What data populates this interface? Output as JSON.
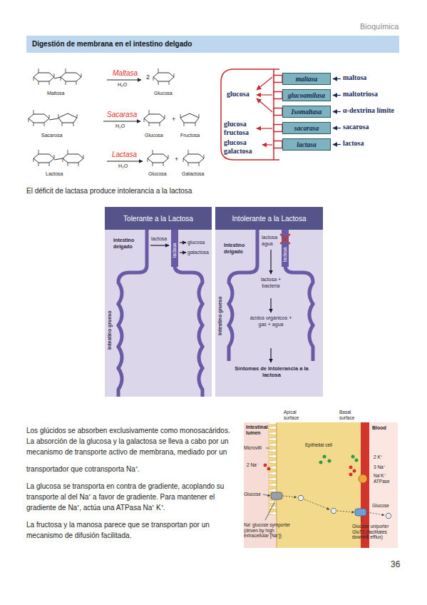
{
  "diagram": {
    "title": "Digestión de membrana en el intestino delgado",
    "nodes": [
      {
        "text": [
          "maltasa"
        ]
      },
      {
        "text": [
          "glucoamilasa"
        ]
      },
      {
        "text": [
          "Isomaltasa"
        ]
      },
      {
        "text": [
          "sacarasa"
        ]
      },
      {
        "text": [
          "lactasa"
        ]
      },
      {
        "text": [
          "Tolerante a la Lactosa"
        ]
      },
      {
        "text": [
          "Intolerante a la Lactosa"
        ]
      }
    ],
    "labels": [
      "Bioquímica",
      "Maltosa",
      "Maltasa",
      "H₂O",
      "2",
      "Glucosa",
      "Sacarosa",
      "Sacarasa",
      "H₂O",
      "Glucosa",
      "+",
      "Fructosa",
      "Lactosa",
      "Lactasa",
      "H₂O",
      "Glucosa",
      "+",
      "Galactosa",
      "maltosa",
      "maltotriosa",
      "α-dextrina límite",
      "sacarosa",
      "lactosa",
      "glucosa",
      "glucosa fructosa",
      "glucosa galactosa",
      "El déficit de lactasa produce intolerancia a la lactosa",
      "Intestino delgado",
      "lactosa",
      "glucosa",
      "galactosa",
      "lactasa",
      "Intestino grueso",
      "Intestino delgado",
      "lactosa agua",
      "lactasa",
      "Intestino grueso",
      "lactosa + bacteria",
      "ácidos orgánicos + gas + agua",
      "Síntomas de Intolerancia a la lactosa",
      "Los glúcidos se absorben exclusivamente como monosacáridos. La absorción de la glucosa y la galactosa se lleva a cabo por un mecanismo de transporte activo de membrana, mediado por un",
      "transportador que cotransporta Na⁺.",
      "La glucosa se transporta en contra de gradiente, acoplando su transporte al del Na⁺ a favor de gradiente. Para mantener el gradiente de Na⁺, actúa una ATPasa Na⁺ K⁺.",
      "La fructosa y la manosa parece que se transportan por un mecanismo de difusión facilitada.",
      "Apical surface",
      "Basal surface",
      "Intestinal lumen",
      "Blood",
      "Microvilli",
      "Epithelial cell",
      "2 Na⁺",
      "2 K⁺",
      "3 Na⁺",
      "Na⁺K⁺ ATPase",
      "Glucose",
      "Glucose",
      "Na⁺ glucose symporter (driven by high extracellular [Na⁺])",
      "Glucose uniporter GluT2 (facilitates downhill efflux)",
      "36"
    ]
  }
}
